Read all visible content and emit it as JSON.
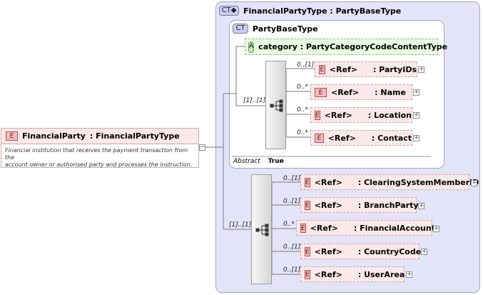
{
  "root": {
    "badge": "E",
    "name": "FinancialParty",
    "type": ": FinancialPartyType",
    "description_line1": "Financial institution that receives the payment transaction from the",
    "description_line2": "account owner or authorised party and processes the instruction."
  },
  "outer_type": {
    "badge": "CT",
    "title": "FinancialPartyType : PartyBaseType"
  },
  "inner_type": {
    "badge": "CT",
    "title": "PartyBaseType",
    "attribute": {
      "badge": "A",
      "text": "category : PartyCategoryCodeContentType"
    },
    "abstract_label": "Abstract",
    "abstract_value": "True",
    "sequence_cardinality": "[1]..[1]",
    "elements": [
      {
        "badge": "E",
        "ref": "<Ref>",
        "name": ": PartyIDs",
        "card": "0..[1]"
      },
      {
        "badge": "E",
        "ref": "<Ref>",
        "name": ": Name",
        "card": "0..*"
      },
      {
        "badge": "E",
        "ref": "<Ref>",
        "name": ": Location",
        "card": "0..*"
      },
      {
        "badge": "E",
        "ref": "<Ref>",
        "name": ": Contact",
        "card": "0..*"
      }
    ]
  },
  "outer_sequence": {
    "cardinality": "[1]..[1]",
    "elements": [
      {
        "badge": "E",
        "ref": "<Ref>",
        "name": ": ClearingSystemMemberID",
        "card": "0..[1]"
      },
      {
        "badge": "E",
        "ref": "<Ref>",
        "name": ": BranchParty",
        "card": "0..[1]"
      },
      {
        "badge": "E",
        "ref": "<Ref>",
        "name": ": FinancialAccount",
        "card": "0..*"
      },
      {
        "badge": "E",
        "ref": "<Ref>",
        "name": ": CountryCode",
        "card": "0..[1]"
      },
      {
        "badge": "E",
        "ref": "<Ref>",
        "name": ": UserArea",
        "card": "0..[1]"
      }
    ]
  },
  "icons": {
    "expand": "+",
    "collapse": "−",
    "sequence": "sequence-icon"
  }
}
